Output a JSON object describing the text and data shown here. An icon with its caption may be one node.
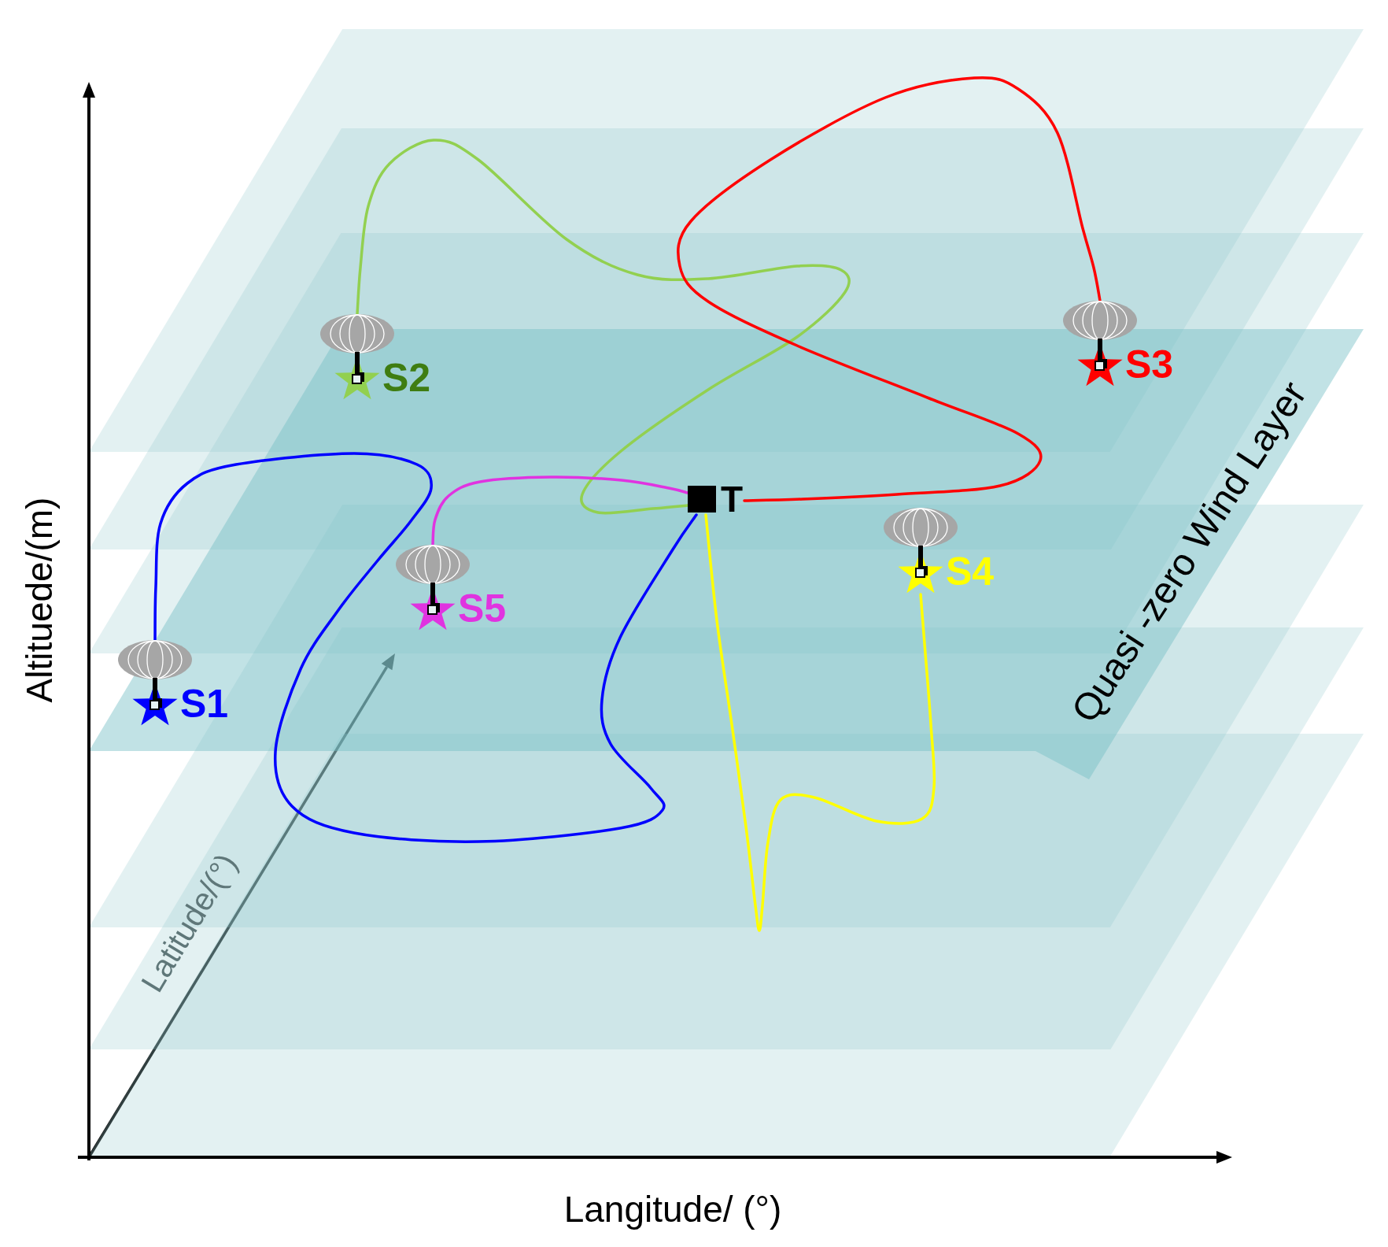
{
  "diagram": {
    "nodes": [
      {
        "text": [
          "S1"
        ]
      },
      {
        "text": [
          "S2"
        ]
      },
      {
        "text": [
          "S3"
        ]
      },
      {
        "text": [
          "S4"
        ]
      },
      {
        "text": [
          "S5"
        ]
      },
      {
        "text": [
          "T"
        ]
      }
    ],
    "edges": [
      {
        "from": 0,
        "to": 5,
        "arrow": "none",
        "color": "#0000ff"
      },
      {
        "from": 1,
        "to": 5,
        "arrow": "none",
        "color": "#92d050"
      },
      {
        "from": 2,
        "to": 5,
        "arrow": "none",
        "color": "#ff0000"
      },
      {
        "from": 3,
        "to": 5,
        "arrow": "none",
        "color": "#ffff00"
      },
      {
        "from": 4,
        "to": 5,
        "arrow": "none",
        "color": "#e033e0"
      }
    ],
    "labels": [
      "Altituede/(m)",
      "Quasi -zero Wind Layer",
      "Latitude/(°)",
      "Langitude/ (°)"
    ]
  }
}
